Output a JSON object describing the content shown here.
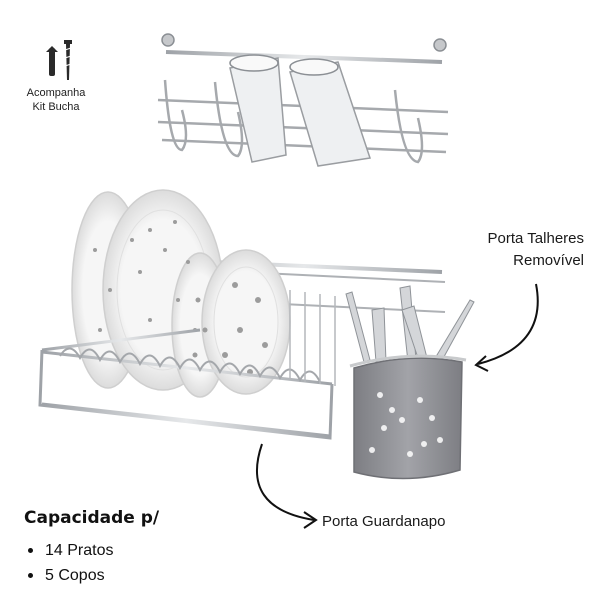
{
  "kit": {
    "line1": "Acompanha",
    "line2": "Kit Bucha",
    "icon": "screw-and-dowel-icon"
  },
  "callouts": {
    "cutlery_holder": {
      "line1": "Porta Talheres",
      "line2": "Removível"
    },
    "napkin_holder": {
      "label": "Porta Guardanapo"
    }
  },
  "capacity": {
    "title": "Capacidade p/",
    "items": [
      "14 Pratos",
      "5 Copos"
    ]
  },
  "colors": {
    "chrome": "#b9bcc0",
    "chrome_dark": "#8b8f94",
    "plate": "#f2f2f2",
    "plate_shadow": "#d9d9d9",
    "holder": "#8e8e93",
    "text": "#111111"
  }
}
